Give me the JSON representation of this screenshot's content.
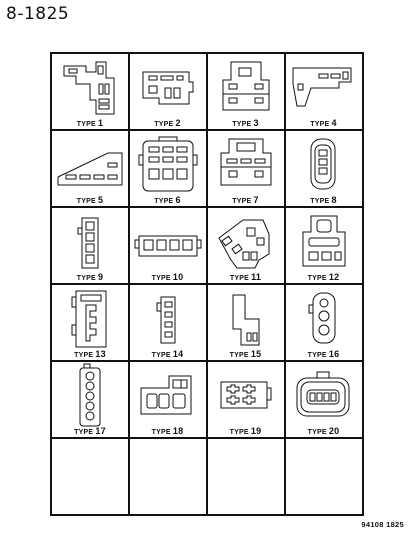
{
  "header": {
    "page_number": "8-1825"
  },
  "footer": {
    "reference_code": "94108 1825"
  },
  "connectors": [
    {
      "label": "TYPE",
      "num": "1",
      "icon": "bracket-connector-icon"
    },
    {
      "label": "TYPE",
      "num": "2",
      "icon": "rectangular-connector-icon"
    },
    {
      "label": "TYPE",
      "num": "3",
      "icon": "block-connector-icon"
    },
    {
      "label": "TYPE",
      "num": "4",
      "icon": "angled-bracket-connector-icon"
    },
    {
      "label": "TYPE",
      "num": "5",
      "icon": "wedge-connector-icon"
    },
    {
      "label": "TYPE",
      "num": "6",
      "icon": "multi-pin-connector-icon"
    },
    {
      "label": "TYPE",
      "num": "7",
      "icon": "latched-block-connector-icon"
    },
    {
      "label": "TYPE",
      "num": "8",
      "icon": "oval-connector-icon"
    },
    {
      "label": "TYPE",
      "num": "9",
      "icon": "four-pin-vertical-connector-icon"
    },
    {
      "label": "TYPE",
      "num": "10",
      "icon": "four-pin-horizontal-connector-icon"
    },
    {
      "label": "TYPE",
      "num": "11",
      "icon": "rotated-connector-icon"
    },
    {
      "label": "TYPE",
      "num": "12",
      "icon": "three-pin-socket-connector-icon"
    },
    {
      "label": "TYPE",
      "num": "13",
      "icon": "tall-housing-connector-icon"
    },
    {
      "label": "TYPE",
      "num": "14",
      "icon": "narrow-connector-icon"
    },
    {
      "label": "TYPE",
      "num": "15",
      "icon": "l-shaped-connector-icon"
    },
    {
      "label": "TYPE",
      "num": "16",
      "icon": "round-three-pin-connector-icon"
    },
    {
      "label": "TYPE",
      "num": "17",
      "icon": "round-five-pin-connector-icon"
    },
    {
      "label": "TYPE",
      "num": "18",
      "icon": "mixed-pin-connector-icon"
    },
    {
      "label": "TYPE",
      "num": "19",
      "icon": "cross-pin-connector-icon"
    },
    {
      "label": "TYPE",
      "num": "20",
      "icon": "sealed-round-connector-icon"
    }
  ]
}
